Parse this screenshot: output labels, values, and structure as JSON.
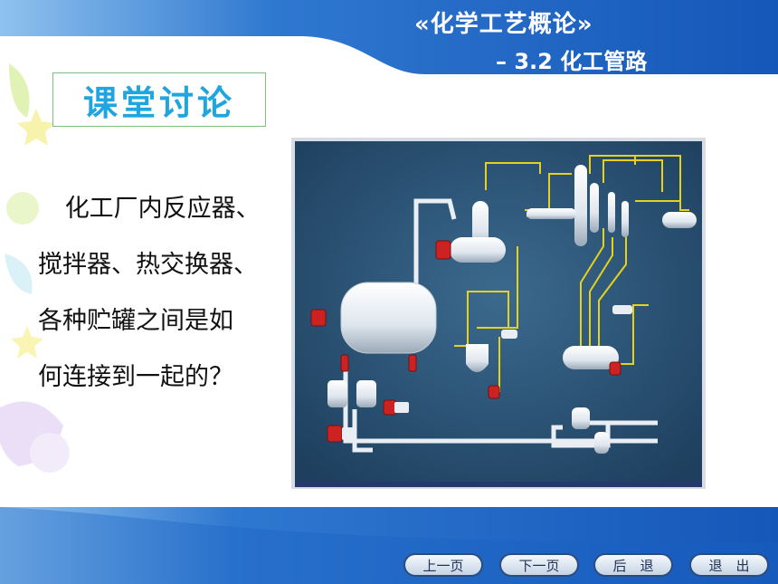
{
  "header": {
    "course_title": "«化学工艺概论»",
    "section_title": "– 3.2 化工管路"
  },
  "heading": {
    "text": "课堂讨论"
  },
  "question": {
    "lines": [
      "化工厂内反应器、",
      "搅拌器、热交换器、",
      "各种贮罐之间是如",
      "何连接到一起的？"
    ]
  },
  "nav": {
    "prev_label": "上一页",
    "next_label": "下一页",
    "back_label": "后　退",
    "exit_label": "退　出"
  },
  "colors": {
    "band_blue": "#1a62c4",
    "heading_cyan": "#1fa6e0",
    "pipe_yellow": "#e6d21c",
    "vessel_white": "#eef2f6",
    "heater_red": "#cc2222"
  }
}
